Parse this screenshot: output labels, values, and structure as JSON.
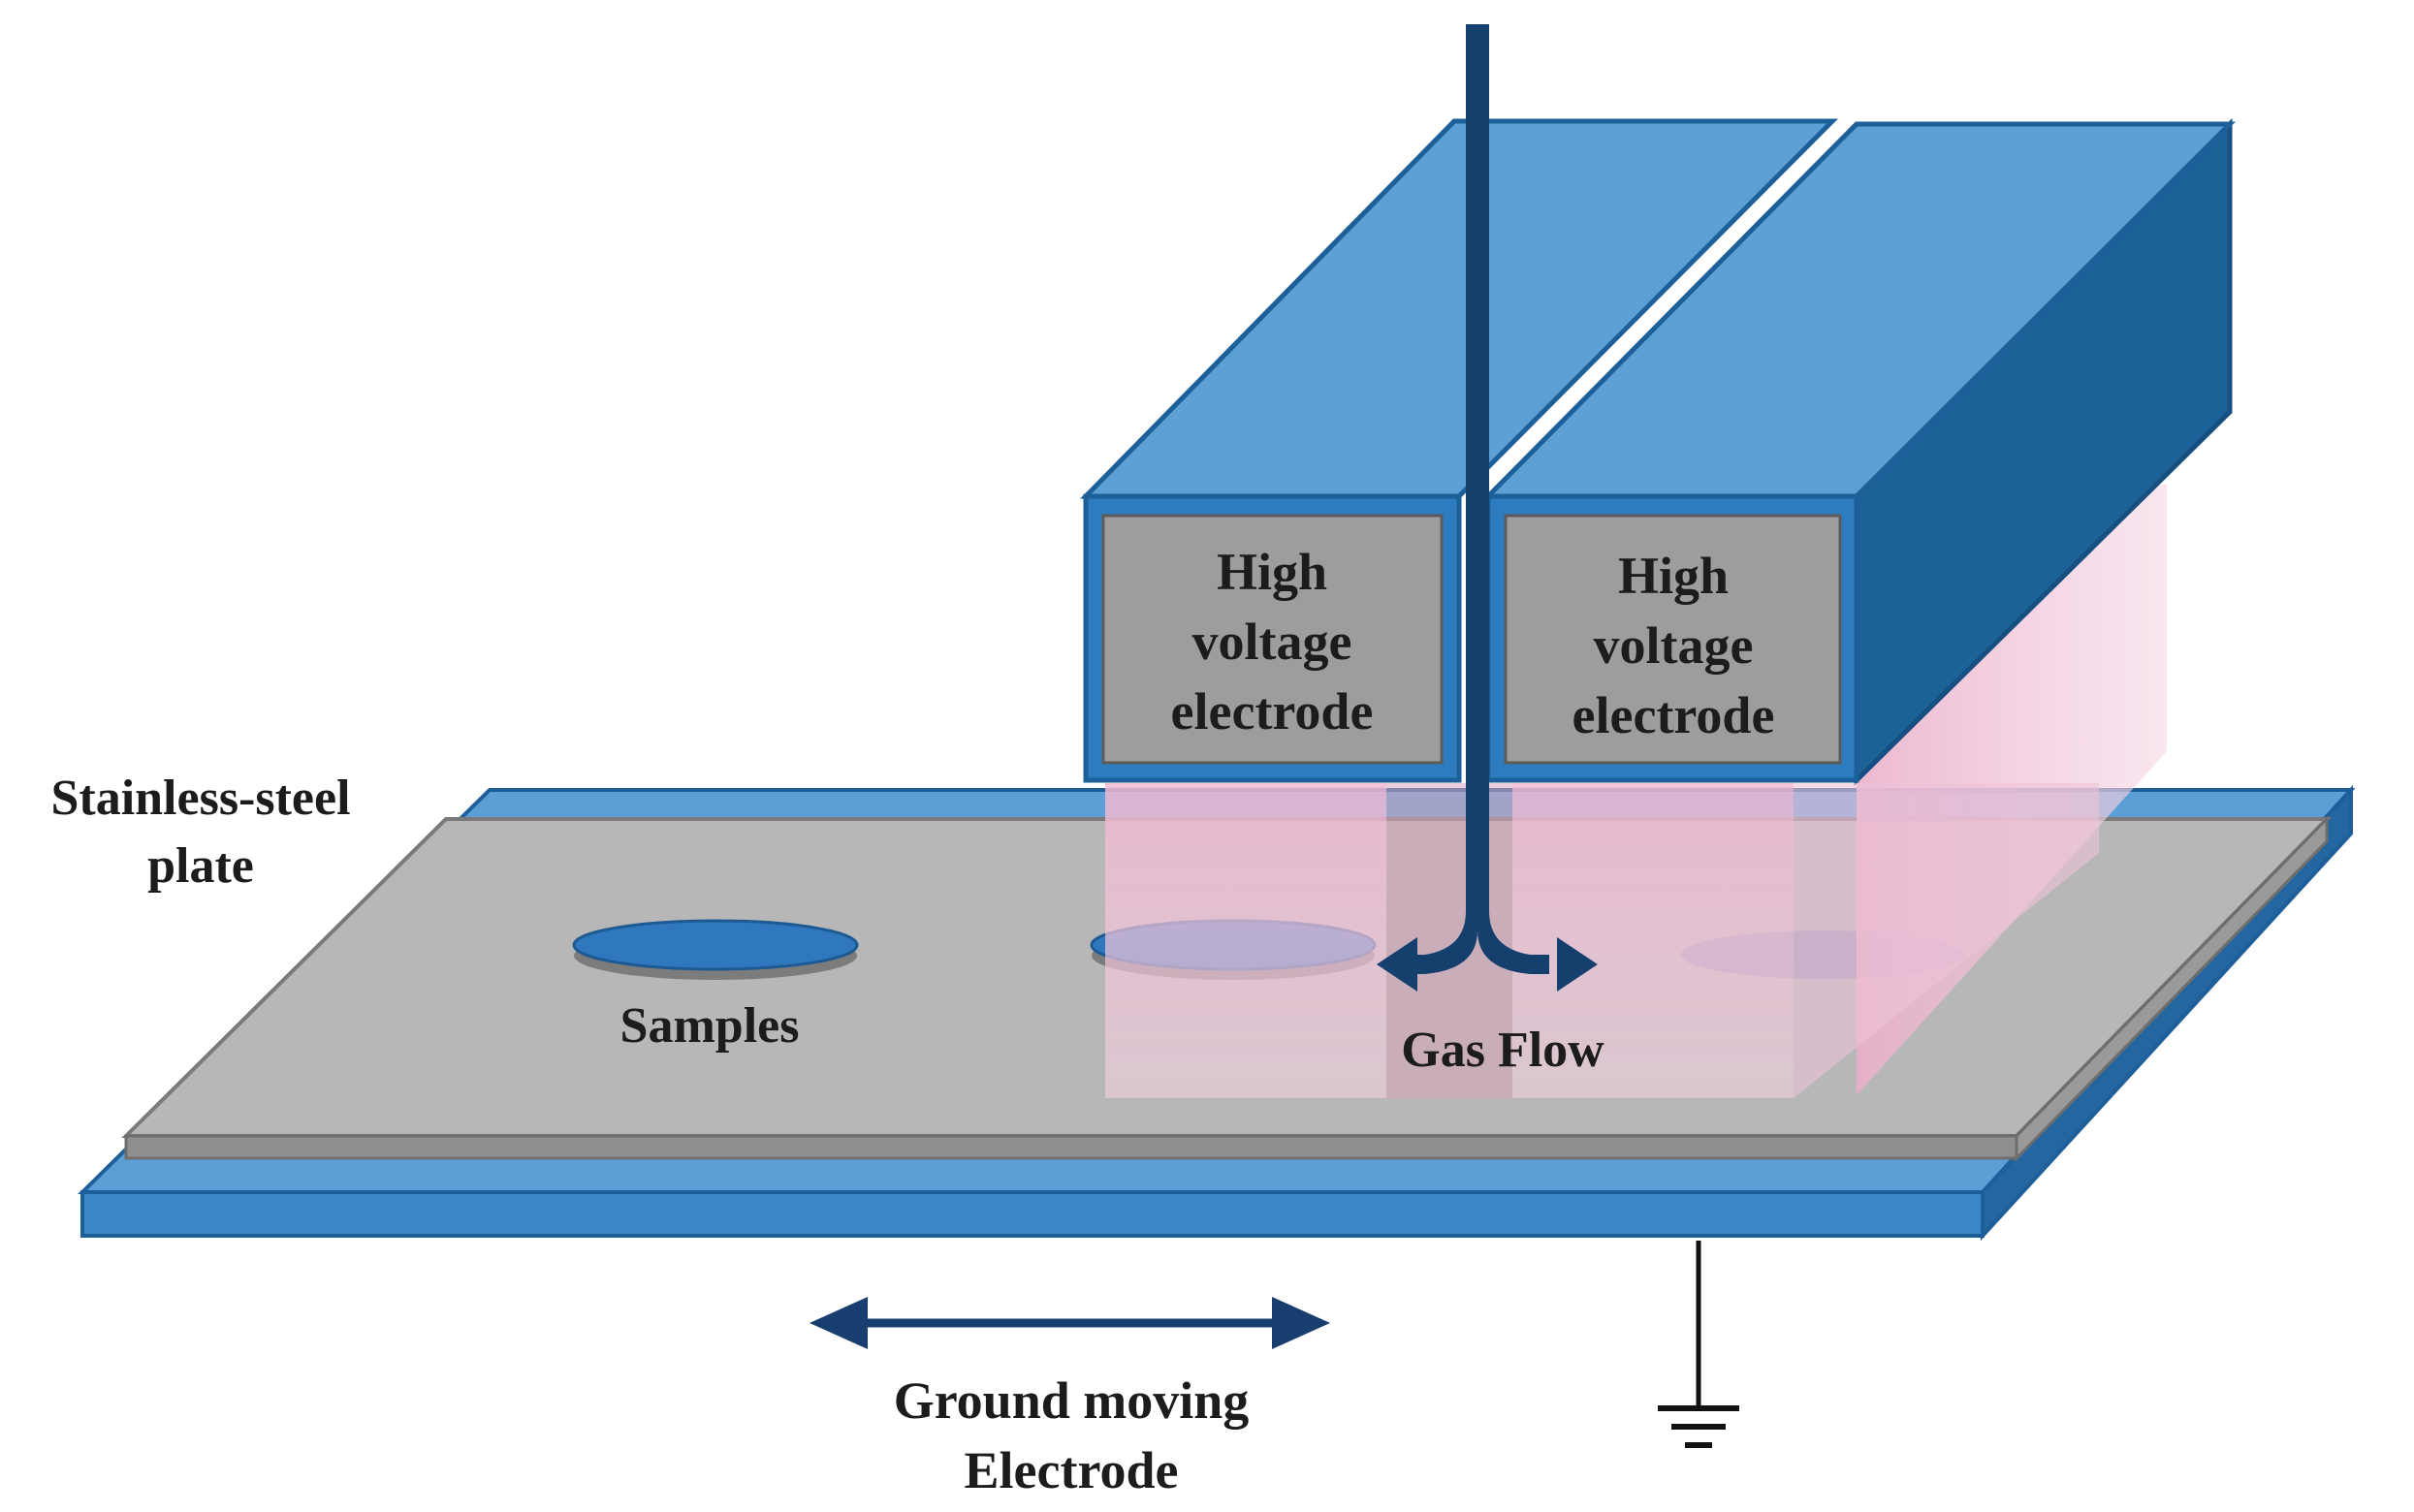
{
  "labels": {
    "left_electrode": [
      "High",
      "voltage",
      "electrode"
    ],
    "right_electrode": [
      "High",
      "voltage",
      "electrode"
    ],
    "plate": [
      "Stainless-steel",
      "plate"
    ],
    "samples": "Samples",
    "gas_flow": "Gas Flow",
    "ground": [
      "Ground moving",
      "Electrode"
    ]
  },
  "colors": {
    "electrode_front": "#1f6aa5",
    "electrode_top": "#5ca0d6",
    "electrode_side": "#1a6298",
    "electrode_face": "#9d9d9d",
    "plate_gray": "#b6b6b6",
    "base_blue": "#3a85c6",
    "arrow_navy": "#0e3766",
    "plasma_pink": "#f4c0d8",
    "sample_blue": "#2f78bd"
  },
  "icons": [
    "ground-symbol-icon",
    "double-arrow-icon",
    "gas-inlet-tube-icon"
  ]
}
